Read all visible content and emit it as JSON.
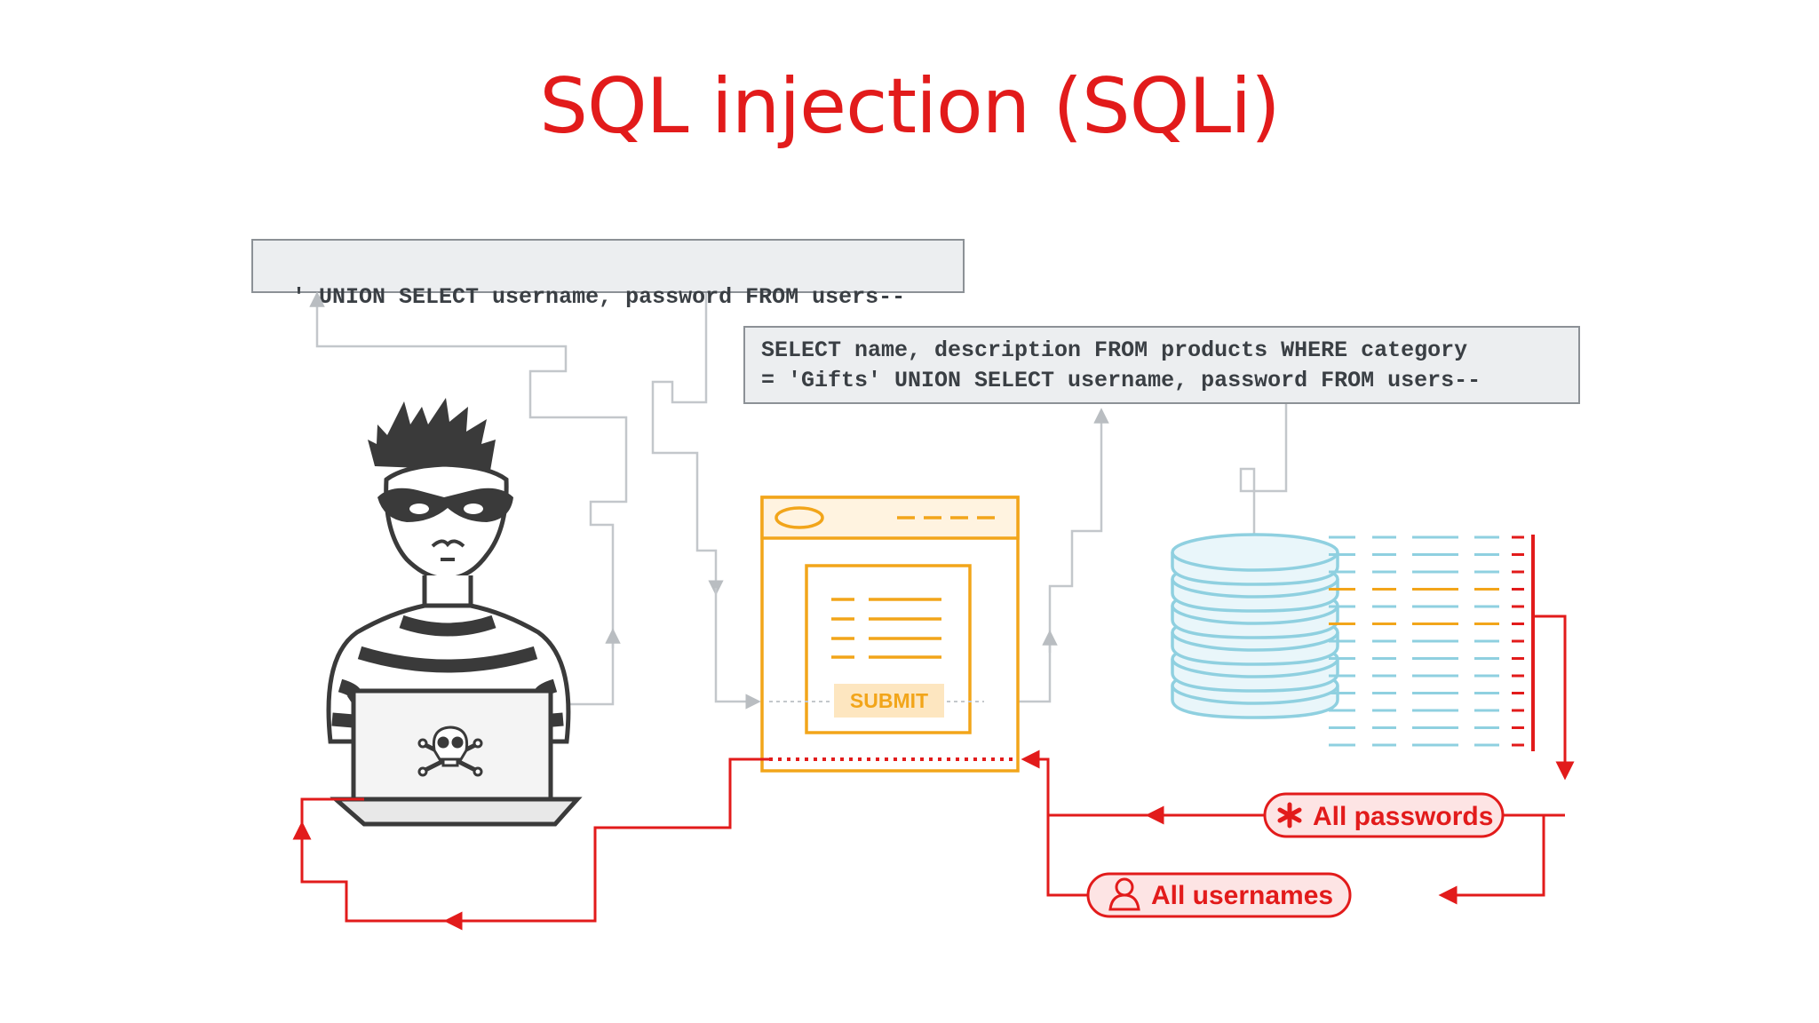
{
  "title": "SQL injection (SQLi)",
  "payload_input": "' UNION SELECT username, password FROM users--",
  "query": {
    "line1": "SELECT name, description FROM products WHERE category",
    "line2": "= 'Gifts' UNION SELECT username, password FROM users--"
  },
  "form": {
    "submit_label": "SUBMIT"
  },
  "results": {
    "passwords_label": "All passwords",
    "usernames_label": "All usernames"
  },
  "colors": {
    "accent_red": "#e21b1b",
    "form_orange": "#f2a51a",
    "database_blue": "#8fd0e0",
    "connector_gray": "#b9bdc1"
  },
  "icons": [
    "hacker-figure",
    "skull-crossbones-icon",
    "database-icon",
    "asterisk-icon",
    "user-icon"
  ]
}
